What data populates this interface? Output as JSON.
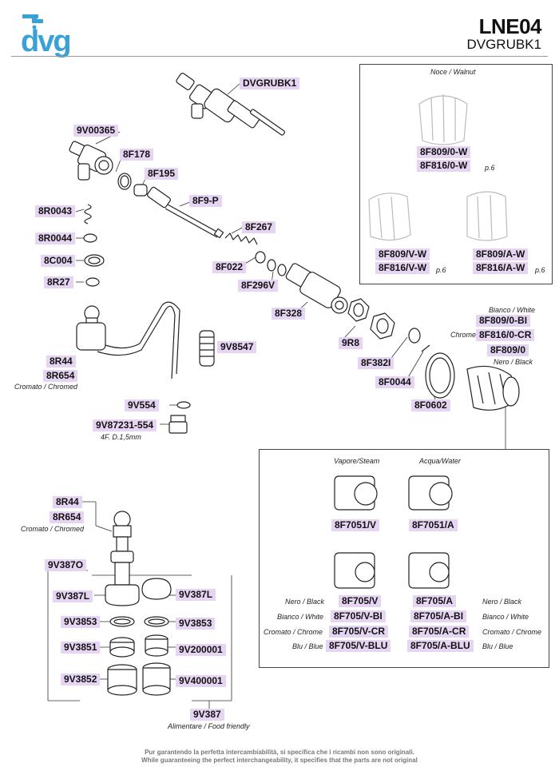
{
  "brand": {
    "logo_text": "dvg",
    "color": "#3aa1d8"
  },
  "header": {
    "code": "LNE04",
    "subtitle": "DVGRUBK1"
  },
  "labels": {
    "dvgrubk1": "DVGRUBK1",
    "9v00365": "9V00365",
    "8f178": "8F178",
    "8f195": "8F195",
    "8f9p": "8F9-P",
    "8r0043": "8R0043",
    "8r0044": "8R0044",
    "8c004": "8C004",
    "8r27": "8R27",
    "8f267": "8F267",
    "8f022": "8F022",
    "8f296v": "8F296V",
    "8f328": "8F328",
    "9r8": "9R8",
    "8f382i": "8F382I",
    "8f0044": "8F0044",
    "8f0602": "8F0602",
    "8r44_top": "8R44",
    "8r654_top": "8R654",
    "9v8547": "9V8547",
    "9v554": "9V554",
    "9v87231": "9V87231-554",
    "8r44_bottom": "8R44",
    "8r654_bottom": "8R654",
    "9v387o": "9V387O",
    "9v387l_left": "9V387L",
    "9v387l_right": "9V387L",
    "9v3853_left": "9V3853",
    "9v3853_right": "9V3853",
    "9v3851": "9V3851",
    "9v200001": "9V200001",
    "9v3852": "9V3852",
    "9v400001": "9V400001",
    "9v387": "9V387"
  },
  "captions": {
    "chromed_top": "Cromato / Chromed",
    "chromed_bottom": "Cromato / Chromed",
    "thread": "4F. D.1,5mm",
    "food": "Alimentare / Food friendly"
  },
  "knobs_box": {
    "walnut_caption": "Noce / Walnut",
    "walnut_codes": [
      "8F809/0-W",
      "8F816/0-W"
    ],
    "walnut_page": "p.6",
    "left_codes": [
      "8F809/V-W",
      "8F816/V-W"
    ],
    "left_page": "p.6",
    "right_codes": [
      "8F809/A-W",
      "8F816/A-W"
    ],
    "right_page": "p.6"
  },
  "knob_variants": {
    "white_caption": "Bianco / White",
    "white_code": "8F809/0-BI",
    "chrome_caption": "Chrome",
    "chrome_code": "8F816/0-CR",
    "black_code": "8F809/0",
    "black_caption": "Nero / Black"
  },
  "inserts_box": {
    "steam_caption": "Vapore/Steam",
    "water_caption": "Acqua/Water",
    "steam_code": "8F7051/V",
    "water_code": "8F7051/A",
    "rows": [
      {
        "left_caption": "Nero / Black",
        "v_code": "8F705/V",
        "a_code": "8F705/A",
        "right_caption": "Nero / Black"
      },
      {
        "left_caption": "Bianco / White",
        "v_code": "8F705/V-BI",
        "a_code": "8F705/A-BI",
        "right_caption": "Bianco / White"
      },
      {
        "left_caption": "Cromato / Chrome",
        "v_code": "8F705/V-CR",
        "a_code": "8F705/A-CR",
        "right_caption": "Cromato / Chrome"
      },
      {
        "left_caption": "Blu / Blue",
        "v_code": "8F705/V-BLU",
        "a_code": "8F705/A-BLU",
        "right_caption": "Blu / Blue"
      }
    ]
  },
  "footer": {
    "line1": "Pur garantendo la perfetta intercambiabilità, si specifica che i ricambi non sono originali.",
    "line2": "While guaranteeing the perfect interchangeability, it specifies that the parts are not original"
  }
}
